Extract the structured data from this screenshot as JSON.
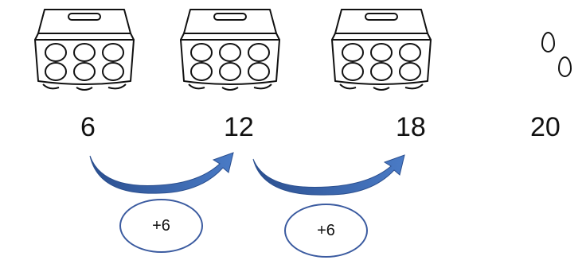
{
  "numbers": {
    "n1": "6",
    "n2": "12",
    "n3": "18",
    "n4": "20"
  },
  "jumps": [
    {
      "label": "+6"
    },
    {
      "label": "+6"
    }
  ],
  "icons": {
    "carton": "egg-carton-icon",
    "egg": "egg-icon",
    "arrow": "curved-arrow-icon"
  },
  "colors": {
    "arrow": "#3d6ab3",
    "arrow_dark": "#2b4f8f",
    "bubble_border": "#3b5ba0"
  }
}
